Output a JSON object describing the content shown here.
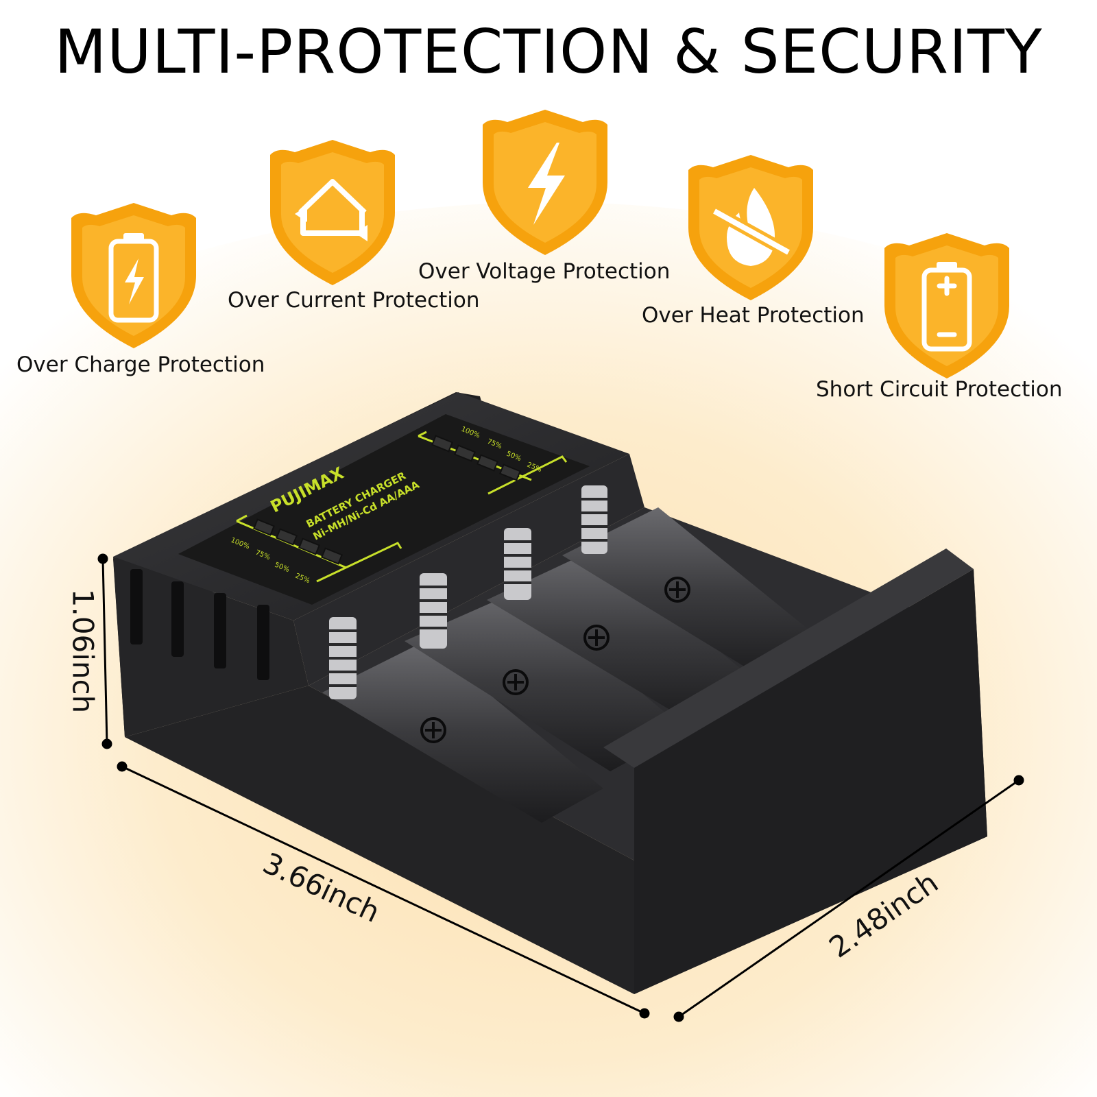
{
  "title": "MULTI-PROTECTION & SECURITY",
  "protections": [
    {
      "label": "Over Charge Protection",
      "icon": "battery-bolt-icon"
    },
    {
      "label": "Over Current Protection",
      "icon": "recycle-arrows-icon"
    },
    {
      "label": "Over Voltage Protection",
      "icon": "lightning-bolt-icon"
    },
    {
      "label": "Over Heat Protection",
      "icon": "no-fire-icon"
    },
    {
      "label": "Short Circuit Protection",
      "icon": "battery-plus-minus-icon"
    }
  ],
  "product": {
    "brand": "PUJIMAX",
    "line1": "BATTERY CHARGER",
    "line2": "Ni-MH/Ni-Cd AA/AAA",
    "levels": [
      "100%",
      "75%",
      "50%",
      "25%"
    ]
  },
  "dimensions": {
    "height": "1.06inch",
    "width": "3.66inch",
    "depth": "2.48inch"
  },
  "colors": {
    "shield": "#f9a80f",
    "glow": "#fdd9a0",
    "charger": "#2b2b2d",
    "accent": "#c8e02a"
  }
}
